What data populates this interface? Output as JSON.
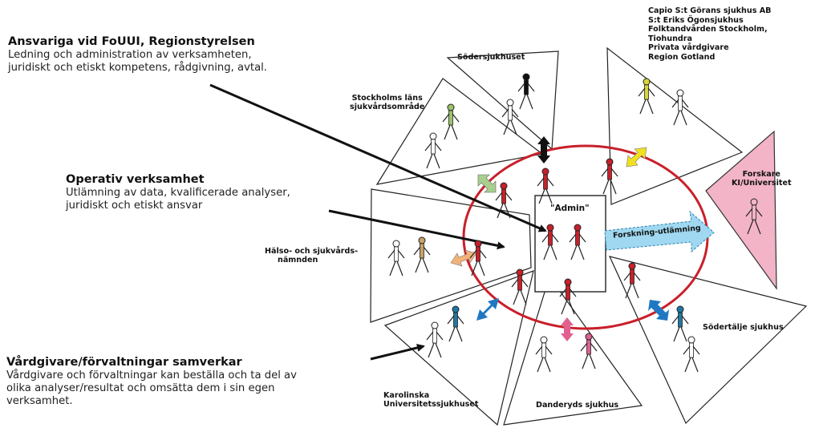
{
  "notes": {
    "governance": {
      "heading": "Ansvariga vid FoUUI, Regionstyrelsen",
      "lines": [
        "Ledning och administration av verksamheten,",
        "juridiskt och etiskt kompetens, rådgivning, avtal."
      ]
    },
    "operations": {
      "heading": "Operativ verksamhet",
      "lines": [
        "Utlämning av data, kvalificerade analyser,",
        "juridiskt och etiskt ansvar"
      ]
    },
    "providers": {
      "heading": "Vårdgivare/förvaltningar samverkar",
      "lines": [
        "Vårdgivare och förvaltningar kan beställa och ta del av",
        "olika analyser/resultat och omsätta dem i sin egen",
        "verksamhet."
      ]
    }
  },
  "segments": {
    "sodersjukhuset": "Södersjukhuset",
    "stockholms_lans": [
      "Stockholms läns",
      "sjukvårdsområde"
    ],
    "halso_sjukvard": [
      "Hälso- och sjukvårds-",
      "nämnden"
    ],
    "karolinska": [
      "Karolinska",
      "Universitetssjukhuset"
    ],
    "danderyd": "Danderyds sjukhus",
    "sodertalje": "Södertälje sjukhus",
    "private_group": [
      "Capio S:t Görans sjukhus AB",
      "S:t Eriks Ögonsjukhus",
      "Folktandvården Stockholm,",
      "Tiohundra",
      "Privata vårdgivare",
      "Region Gotland"
    ]
  },
  "admin_label": "\"Admin\"",
  "research": {
    "arrow_label": "Forskning-utlämning",
    "box_label": [
      "Forskare",
      "KI/Universitet"
    ]
  },
  "colors": {
    "ring": "#c8202a",
    "pink": "#f2b4c6",
    "arrow_blue": "#9fd8f0",
    "arrow_black": "#111111",
    "arrow_yellow": "#f0e020",
    "arrow_green": "#a8cf8e",
    "arrow_orange": "#f2b27a",
    "arrow_darkblue": "#1f78c1",
    "arrow_pink": "#e06090"
  }
}
